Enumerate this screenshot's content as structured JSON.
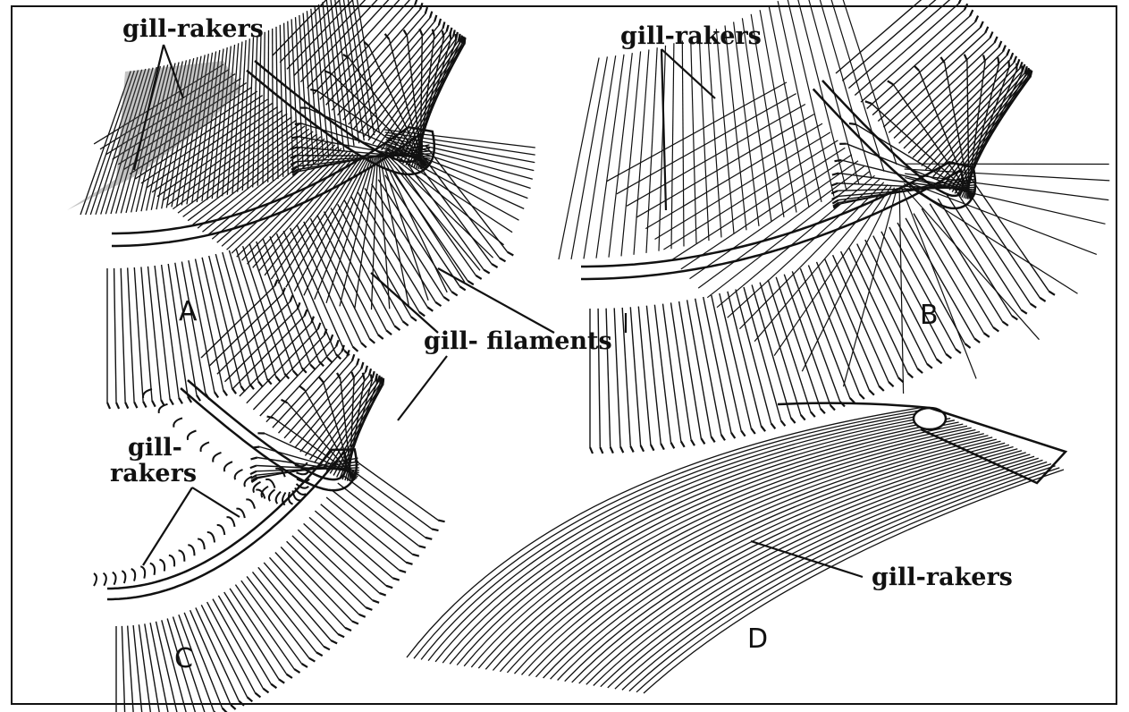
{
  "labels": {
    "rakers_a": "gill-rakers",
    "rakers_b": "gill-rakers",
    "filaments": "gill- filaments",
    "rakers_c_line1": "gill-",
    "rakers_c_line2": "rakers",
    "rakers_d": "gill-rakers"
  },
  "panels": [
    "A",
    "B",
    "C",
    "D"
  ],
  "colors": {
    "ink": "#111111",
    "background": "#ffffff"
  }
}
